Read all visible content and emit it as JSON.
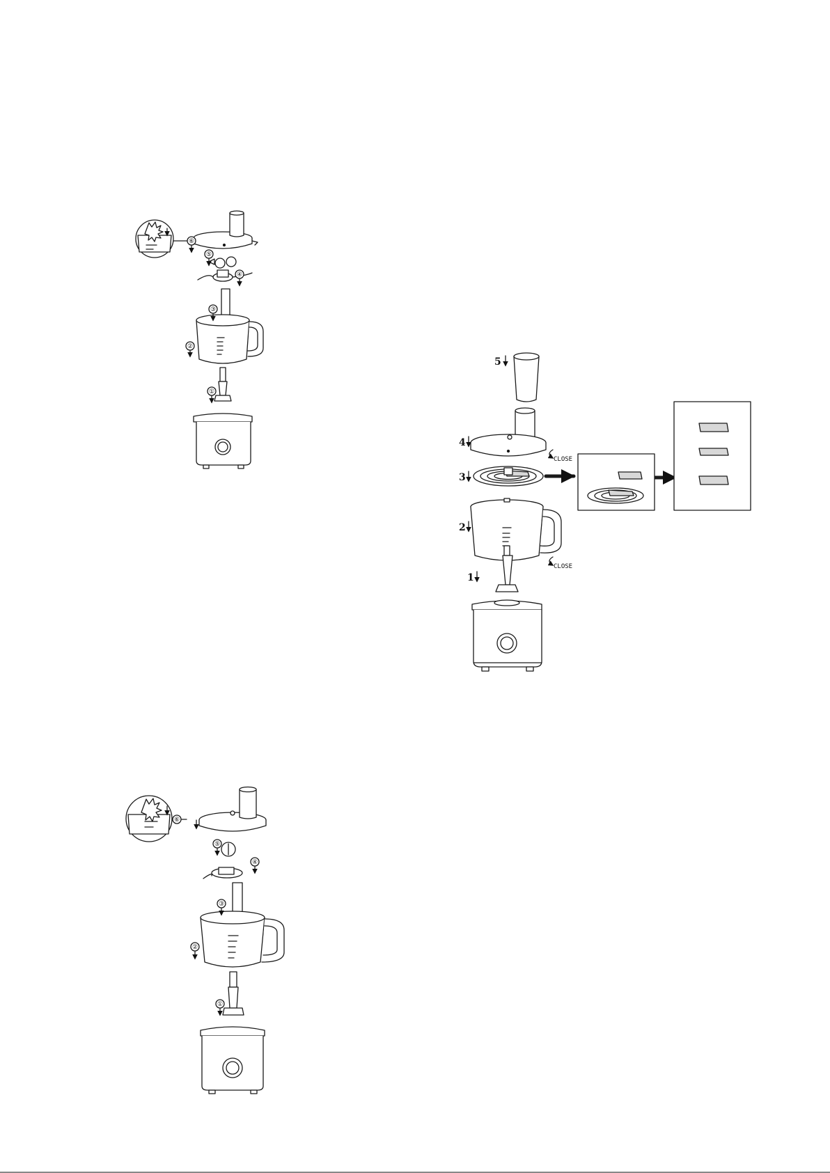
{
  "figures": {
    "top_left": {
      "step_labels": [
        "①",
        "②",
        "③",
        "④",
        "⑤",
        "⑥"
      ]
    },
    "right": {
      "step_labels": [
        "1",
        "2",
        "3",
        "4",
        "5"
      ],
      "close_labels": [
        "CLOSE",
        "CLOSE"
      ]
    },
    "bottom_left": {
      "step_labels": [
        "①",
        "②",
        "③",
        "④",
        "⑤",
        "⑥"
      ]
    }
  },
  "colors": {
    "line": "#1a1a1a",
    "fill": "#ffffff",
    "shade": "#d8d8d8"
  }
}
